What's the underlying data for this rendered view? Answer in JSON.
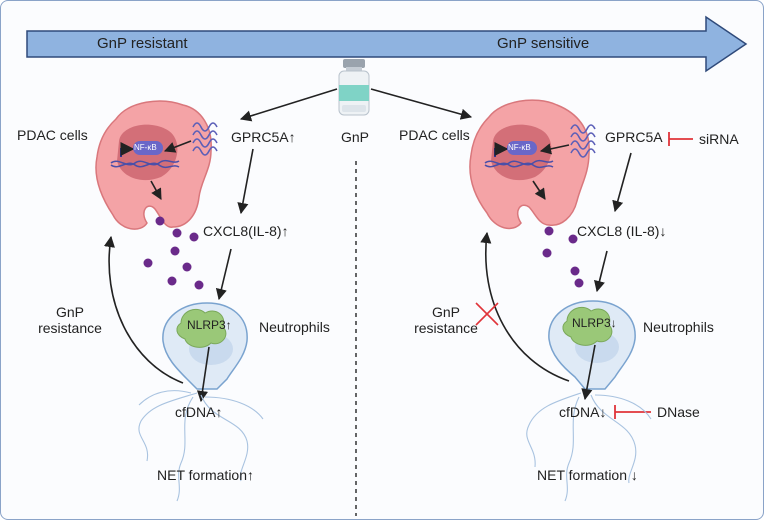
{
  "banner": {
    "left_label": "GnP resistant",
    "right_label": "GnP sensitive",
    "fill": "#8fb3e0",
    "stroke": "#2f4a7a"
  },
  "drug": {
    "label": "GnP"
  },
  "left_panel": {
    "cells_label": "PDAC cells",
    "gprc5a_label": "GPRC5A↑",
    "nfkb_label": "NF-κB",
    "cxcl8_label": "CXCL8(IL-8)↑",
    "neutrophils_label": "Neutrophils",
    "nlrp3_label": "NLRP3↑",
    "cfdna_label": "cfDNA↑",
    "net_label": "NET formation↑",
    "resistance_label_line1": "GnP",
    "resistance_label_line2": "resistance"
  },
  "right_panel": {
    "cells_label": "PDAC cells",
    "gprc5a_label": "GPRC5A",
    "sirna_label": "siRNA",
    "nfkb_label": "NF-κB",
    "cxcl8_label": "CXCL8 (IL-8)↓",
    "neutrophils_label": "Neutrophils",
    "nlrp3_label": "NLRP3↓",
    "cfdna_label": "cfDNA↓",
    "dnase_label": "DNase",
    "net_label": "NET formation ↓",
    "resistance_label_line1": "GnP",
    "resistance_label_line2": "resistance"
  },
  "colors": {
    "cell_fill": "#f4a3a6",
    "cell_stroke": "#d9777c",
    "nucleus_fill": "#d36f78",
    "nfkb_fill": "#6a67c8",
    "receptor": "#5b5fb8",
    "cytokine_dot": "#6a2a8a",
    "neutrophil_fill": "#dfeaf6",
    "neutrophil_stroke": "#7aa3cf",
    "nlrp3_fill": "#9ac878",
    "inhibitor_red": "#e0343a",
    "arrow": "#222222"
  }
}
